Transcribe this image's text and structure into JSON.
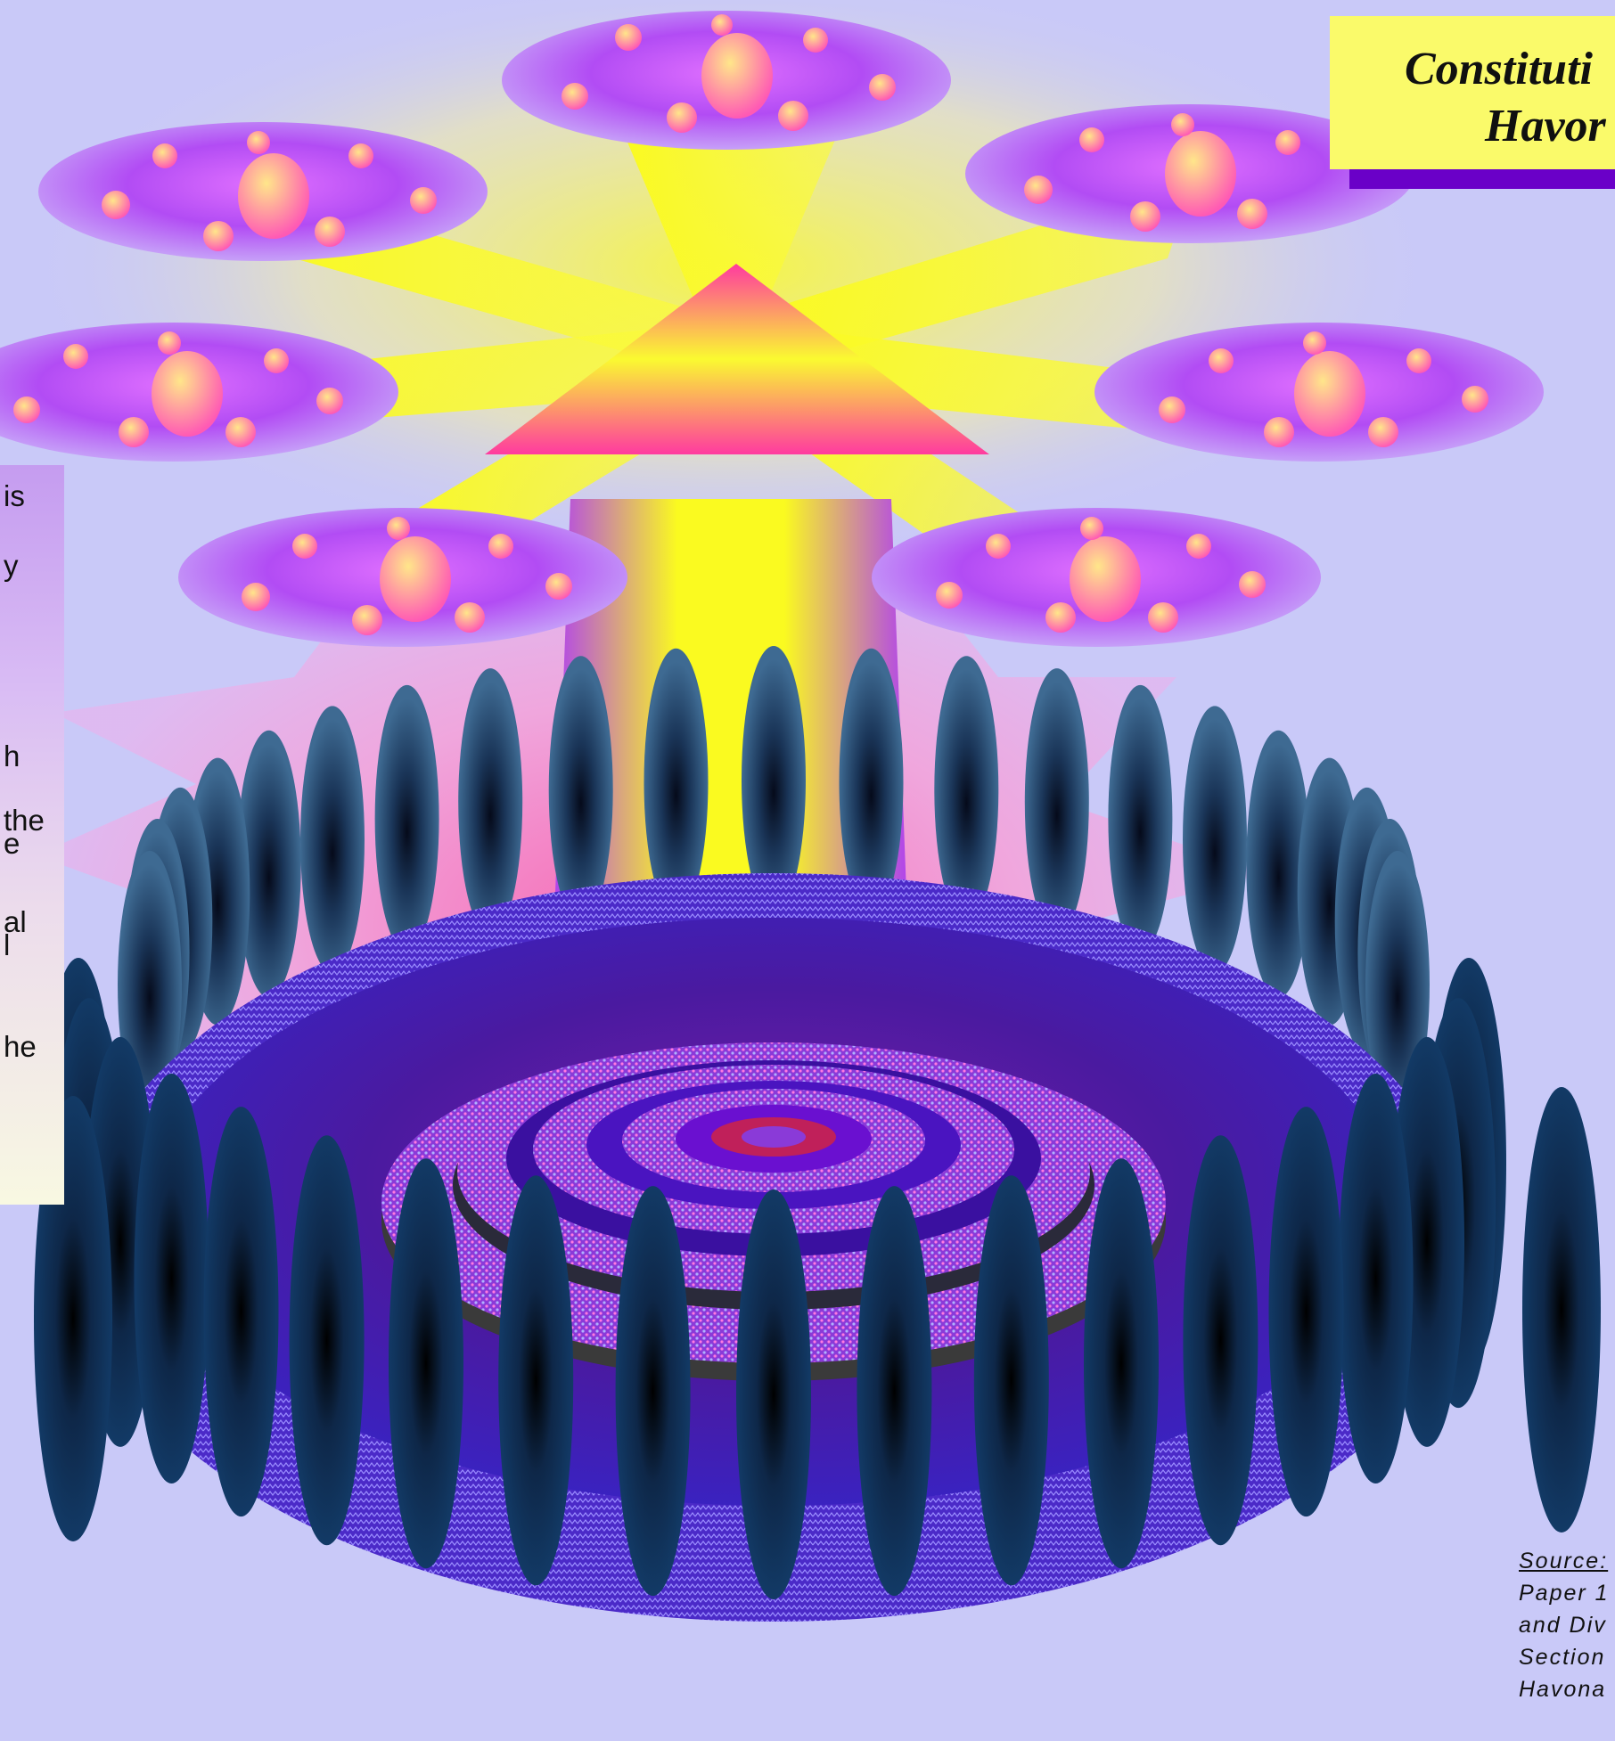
{
  "title": {
    "line1": "Constituti",
    "line2": "Havor"
  },
  "side_text": [
    "is",
    "y",
    "h",
    "the",
    "e",
    "al",
    "l",
    "he"
  ],
  "source": {
    "label": "Source:",
    "lines": [
      "Paper 1",
      "and Div",
      "Section",
      "Havona"
    ]
  },
  "colors": {
    "background": "#c9c9f8",
    "title_box": "#fafa6a",
    "title_shadow": "#6a00c8",
    "glow": "#fafa00",
    "pillar": "#6a3aa0",
    "disc": "#4a2ab0"
  }
}
